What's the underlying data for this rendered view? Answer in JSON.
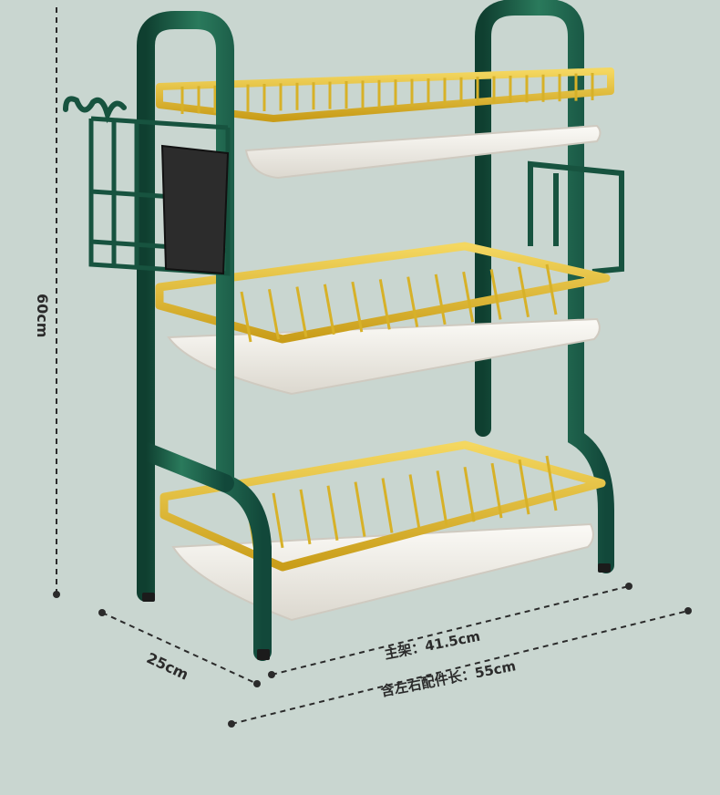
{
  "dimensions": {
    "height": "60cm",
    "depth": "25cm",
    "main_width": "主架：41.5cm",
    "total_width": "含左右配件长：55cm"
  },
  "colors": {
    "background": "#c9d6d0",
    "frame": "#17533f",
    "frame_light": "#2a7a5c",
    "gold": "#e3bf2c",
    "gold_dark": "#b38f17",
    "tray": "#f1efe8",
    "utensil_holder": "#2c2c2c"
  },
  "scene": {
    "object": "three-tier dish drying rack",
    "tiers": 3,
    "accessories": [
      "utensil-basket",
      "cup-holder",
      "cutting-board-holder"
    ]
  }
}
